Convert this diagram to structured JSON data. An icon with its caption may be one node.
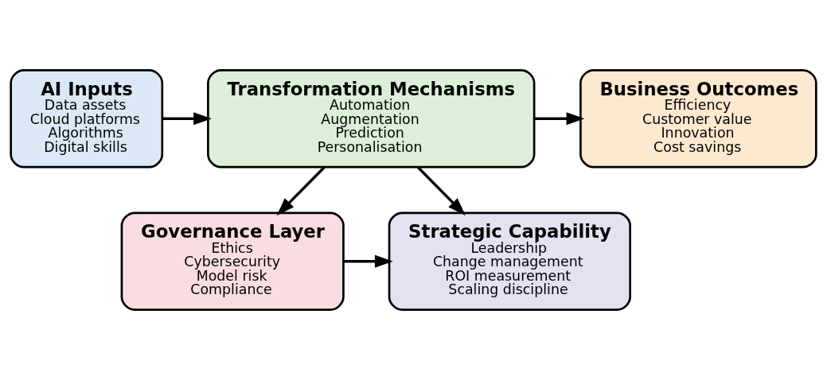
{
  "diagram": {
    "nodes": [
      {
        "text": [
          "AI Inputs",
          "Data assets",
          "Cloud platforms",
          "Algorithms",
          "Digital skills"
        ]
      },
      {
        "text": [
          "Transformation Mechanisms",
          "Automation",
          "Augmentation",
          "Prediction",
          "Personalisation"
        ]
      },
      {
        "text": [
          "Business Outcomes",
          "Efficiency",
          "Customer value",
          "Innovation",
          "Cost savings"
        ]
      },
      {
        "text": [
          "Governance Layer",
          "Ethics",
          "Cybersecurity",
          "Model risk",
          "Compliance"
        ]
      },
      {
        "text": [
          "Strategic Capability",
          "Leadership",
          "Change management",
          "ROI measurement",
          "Scaling discipline"
        ]
      }
    ],
    "edges": [
      {
        "from": 0,
        "to": 1,
        "arrow": "to"
      },
      {
        "from": 1,
        "to": 2,
        "arrow": "to"
      },
      {
        "from": 1,
        "to": 3,
        "arrow": "to"
      },
      {
        "from": 1,
        "to": 4,
        "arrow": "to"
      },
      {
        "from": 3,
        "to": 4,
        "arrow": "to"
      }
    ]
  }
}
